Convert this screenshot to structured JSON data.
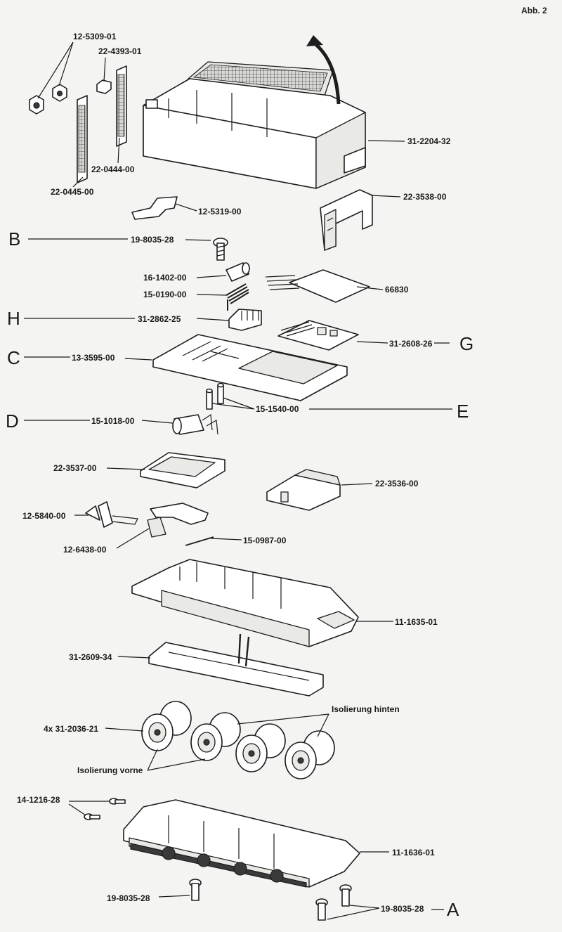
{
  "figure_label": "Abb. 2",
  "parts": {
    "p12_5309": "12-5309-01",
    "p22_4393": "22-4393-01",
    "p22_0444": "22-0444-00",
    "p22_0445": "22-0445-00",
    "p31_2204": "31-2204-32",
    "p22_3538": "22-3538-00",
    "p12_5319": "12-5319-00",
    "p19_8035_top": "19-8035-28",
    "p16_1402": "16-1402-00",
    "p15_0190": "15-0190-00",
    "p66830": "66830",
    "p31_2862": "31-2862-25",
    "p31_2608": "31-2608-26",
    "p13_3595": "13-3595-00",
    "p15_1540": "15-1540-00",
    "p15_1018": "15-1018-00",
    "p22_3537": "22-3537-00",
    "p22_3536": "22-3536-00",
    "p12_5840": "12-5840-00",
    "p12_6438": "12-6438-00",
    "p15_0987": "15-0987-00",
    "p11_1635": "11-1635-01",
    "p31_2609": "31-2609-34",
    "p31_2036": "4x 31-2036-21",
    "iso_hinten": "Isolierung hinten",
    "iso_vorne": "Isolierung vorne",
    "p14_1216": "14-1216-28",
    "p11_1636": "11-1636-01",
    "p19_8035_bl": "19-8035-28",
    "p19_8035_br": "19-8035-28"
  },
  "letters": {
    "A": "A",
    "B": "B",
    "C": "C",
    "D": "D",
    "E": "E",
    "G": "G",
    "H": "H"
  }
}
